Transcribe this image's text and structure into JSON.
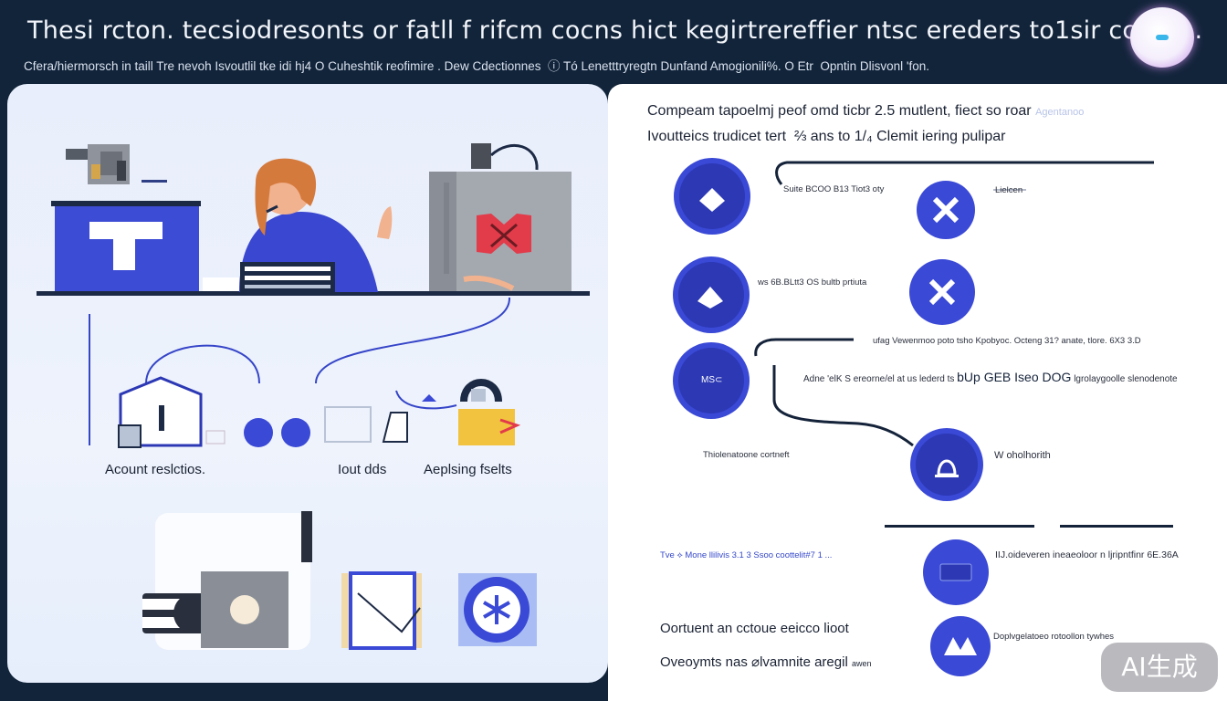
{
  "header": {
    "title": "Thesi rcton. tecsiodresonts or fatll f rifcm cocns hict kegirtrereffier ntsc ereders to1sir ccf rim.",
    "subtitle": "Cfera/hiermorsch in taill Tre nevoh Isvoutlil tke idi hj4 O Cuheshtik reofimire . Dew Cdectionnes ‎ ⓘ Tó Lenetttryregtn Dunfand Amogionili%. O Etr ‎ Opntin Dlisvonl ʹfon."
  },
  "left_panel": {
    "labels": {
      "account": "Acount reslctios.",
      "outdds": "Iout dds",
      "aeplsing": "Aeplsing fselts"
    }
  },
  "right_panel": {
    "title_line1": "Compeam tapoelmj peof omd ticbr 2.5 mutlent, fiect so roar",
    "title_faded": "Agentanoo",
    "title_line2": "Ivoutteics trudicet tert ‎ ⅔ ans to 1/₄ Clemit iering pulipar",
    "labels": {
      "r1": "Suite BCOO B13 Tiot3 oty",
      "r1b": "Lielcen",
      "r2": "ws 6B.BLtt3 OS bultb prtiuta",
      "r3": "ufag Vewenmoo poto tsho Kpobyoc. Octeng 31? anate, tlore. 6X3 3.D",
      "r4a": "Adne 'elK S ereorne/el at us lederd ts",
      "r4b": "bUp GEB Iseo DOG",
      "r4c": "lgrolaygoolle slenodenote",
      "circle_text": "MS⊂",
      "r5a": "Thiolenatoone cortneft",
      "r5b": "W oholhorith",
      "r6a": "Tve ⟡ Mone llilivis 3.1 3 Ssoo coottelit#7 1 ...",
      "r6b": "IIJ.oideveren ineaeoloor n ljripntfinr 6E.36A",
      "r7": "Doplvgelatoeo rotoollon tywhes",
      "bottom1": "Oortuent an cctoue eeicco lioot",
      "bottom2": "Oveoymts nas ⌀lvamnite aregil",
      "bottom2_suffix": "awen"
    }
  },
  "badge": "AI生成",
  "colors": {
    "navy": "#12243a",
    "accent_blue": "#3a49d6",
    "dark_blue": "#2c38b4",
    "red": "#e23b4a",
    "yellow": "#f2c33f",
    "panel_light": "#e8eefb"
  }
}
